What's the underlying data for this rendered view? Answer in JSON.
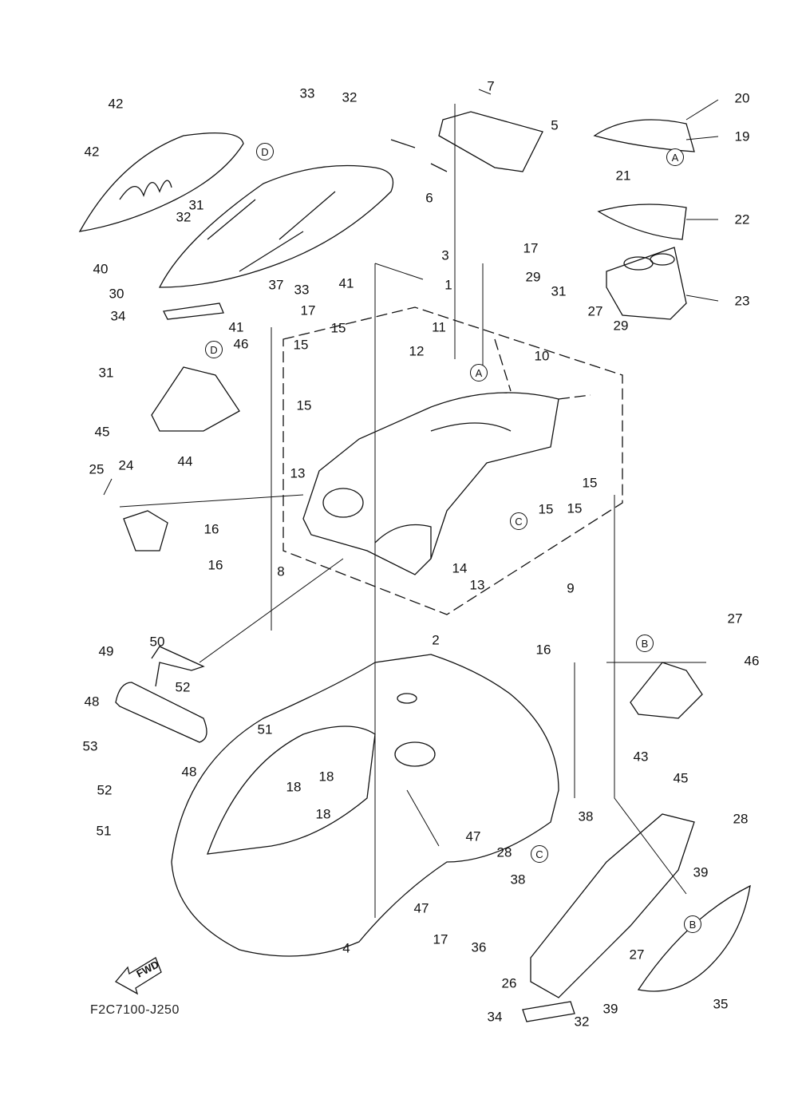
{
  "diagram_code": "F2C7100-J250",
  "fwd_label": "FWD",
  "labels": [
    "7",
    "5",
    "20",
    "19",
    "A",
    "21",
    "22",
    "23",
    "33",
    "32",
    "42",
    "D",
    "6",
    "42",
    "31",
    "32",
    "40",
    "30",
    "33",
    "41",
    "37",
    "3",
    "17",
    "1",
    "29",
    "31",
    "27",
    "29",
    "34",
    "41",
    "17",
    "11",
    "15",
    "15",
    "10",
    "12",
    "31",
    "D",
    "46",
    "A",
    "15",
    "45",
    "44",
    "13",
    "25",
    "24",
    "15",
    "15",
    "15",
    "C",
    "16",
    "16",
    "8",
    "14",
    "13",
    "9",
    "2",
    "16",
    "27",
    "B",
    "46",
    "50",
    "49",
    "52",
    "48",
    "51",
    "53",
    "43",
    "48",
    "45",
    "18",
    "18",
    "52",
    "18",
    "51",
    "47",
    "38",
    "28",
    "28",
    "C",
    "39",
    "38",
    "47",
    "B",
    "17",
    "36",
    "4",
    "27",
    "26",
    "35",
    "32",
    "39",
    "34"
  ],
  "colors": {
    "line": "#111111",
    "background": "#ffffff"
  }
}
